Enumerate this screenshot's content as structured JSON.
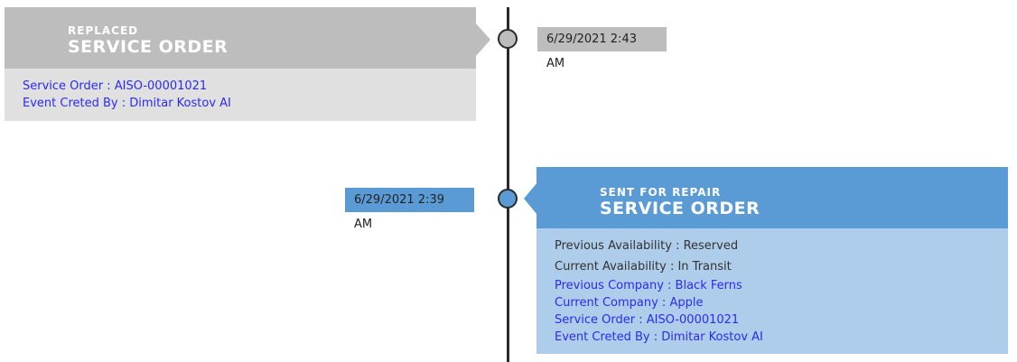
{
  "timeline": {
    "events": [
      {
        "status": "REPLACED",
        "type": "SERVICE ORDER",
        "date": "6/29/2021 2:43 AM",
        "details": [
          "Service Order : AISO-00001021",
          "Event Creted By : Dimitar Kostov AI"
        ],
        "color": "#bdbdbd"
      },
      {
        "status": "SENT FOR REPAIR",
        "type": "SERVICE ORDER",
        "date": "6/29/2021 2:39 AM",
        "details": [
          "Previous Availability : Reserved",
          "Current Availability : In Transit",
          "Previous Company : Black Ferns",
          "Current Company : Apple",
          "Service Order : AISO-00001021",
          "Event Creted By : Dimitar Kostov AI"
        ],
        "color": "#5b9bd5"
      }
    ]
  }
}
